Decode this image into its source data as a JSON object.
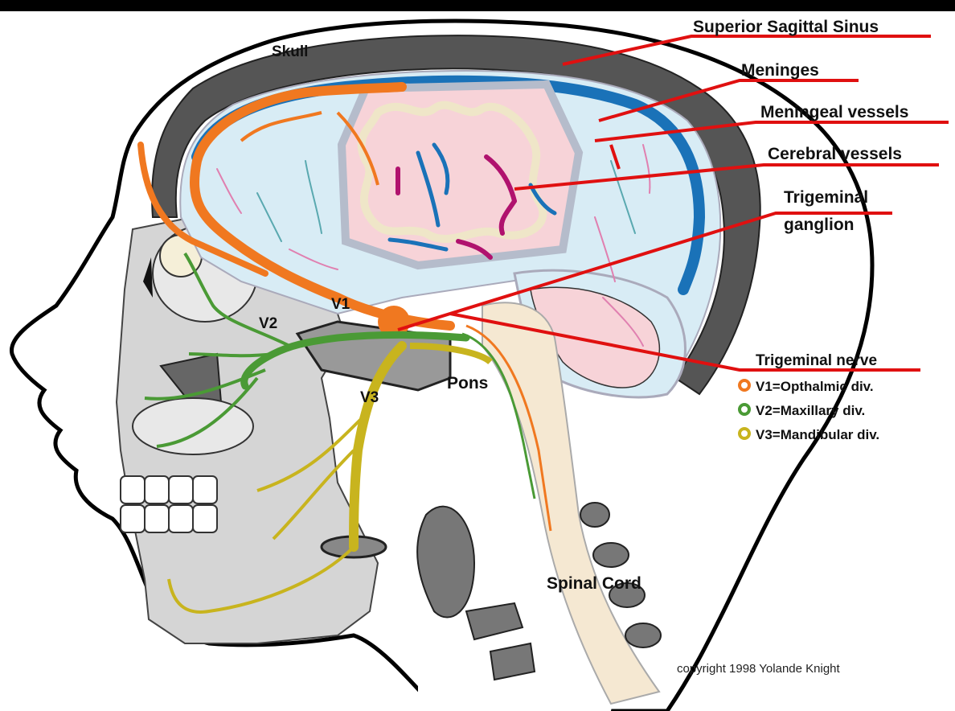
{
  "labels": {
    "superior_sagittal_sinus": "Superior Sagittal Sinus",
    "skull": "Skull",
    "meninges": "Meninges",
    "meningeal_vessels": "Meningeal vessels",
    "cerebral_vessels": "Cerebral vessels",
    "trigeminal_ganglion_line1": "Trigeminal",
    "trigeminal_ganglion_line2": "ganglion",
    "v1": "V1",
    "v2": "V2",
    "v3": "V3",
    "pons": "Pons",
    "spinal_cord": "Spinal Cord"
  },
  "legend": {
    "title": "Trigeminal nerve",
    "items": [
      {
        "text": "V1=Opthalmic div.",
        "color": "#f07820"
      },
      {
        "text": "V2=Maxillary div.",
        "color": "#4a9a35"
      },
      {
        "text": "V3=Mandibular div.",
        "color": "#c8b41e"
      }
    ]
  },
  "copyright": "copyright 1998 Yolande Knight",
  "colors": {
    "leader_line": "#e01010",
    "sinus": "#1a72b8",
    "brain": "#f7d3d8",
    "v1_nerve": "#f07820",
    "v2_nerve": "#4a9a35",
    "v3_nerve": "#c8b41e",
    "cerebral_vessel": "#b0126e"
  }
}
